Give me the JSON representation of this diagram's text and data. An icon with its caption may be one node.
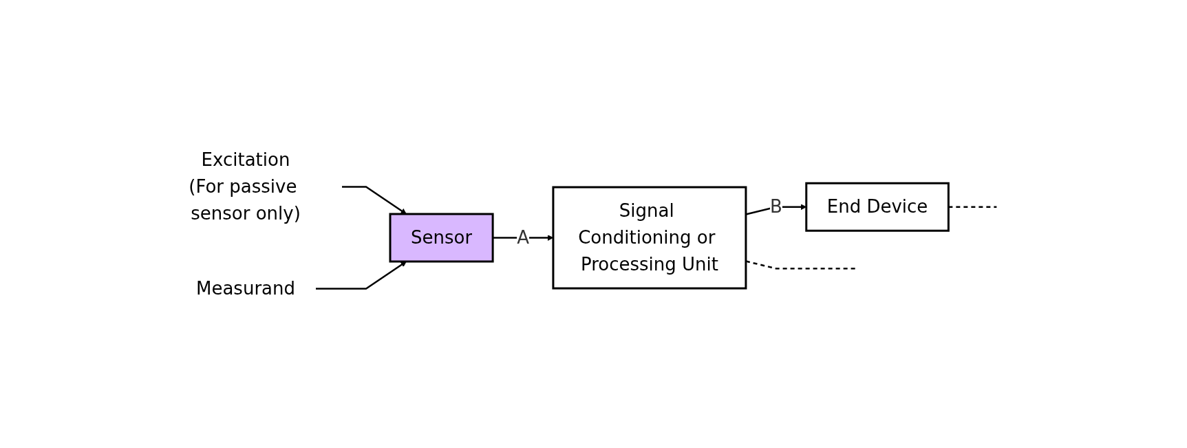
{
  "diagram": {
    "nodes": [
      {
        "text": [
          "Excitation",
          "(For passive sensor only)"
        ]
      },
      {
        "text": [
          "Measurand"
        ]
      },
      {
        "text": [
          "Sensor"
        ]
      },
      {
        "text": [
          "Signal Conditioning or Processing Unit"
        ]
      },
      {
        "text": [
          "End Device"
        ]
      }
    ],
    "edges": [
      {
        "from": 0,
        "to": 2,
        "arrow": "to"
      },
      {
        "from": 1,
        "to": 2,
        "arrow": "to"
      },
      {
        "from": 2,
        "to": 3,
        "label": "A",
        "arrow": "to"
      },
      {
        "from": 3,
        "to": 4,
        "label": "B",
        "arrow": "to"
      },
      {
        "from": 3,
        "to": null,
        "arrow": "none",
        "style": "dashed"
      },
      {
        "from": 4,
        "to": null,
        "arrow": "none",
        "style": "dashed"
      }
    ]
  }
}
